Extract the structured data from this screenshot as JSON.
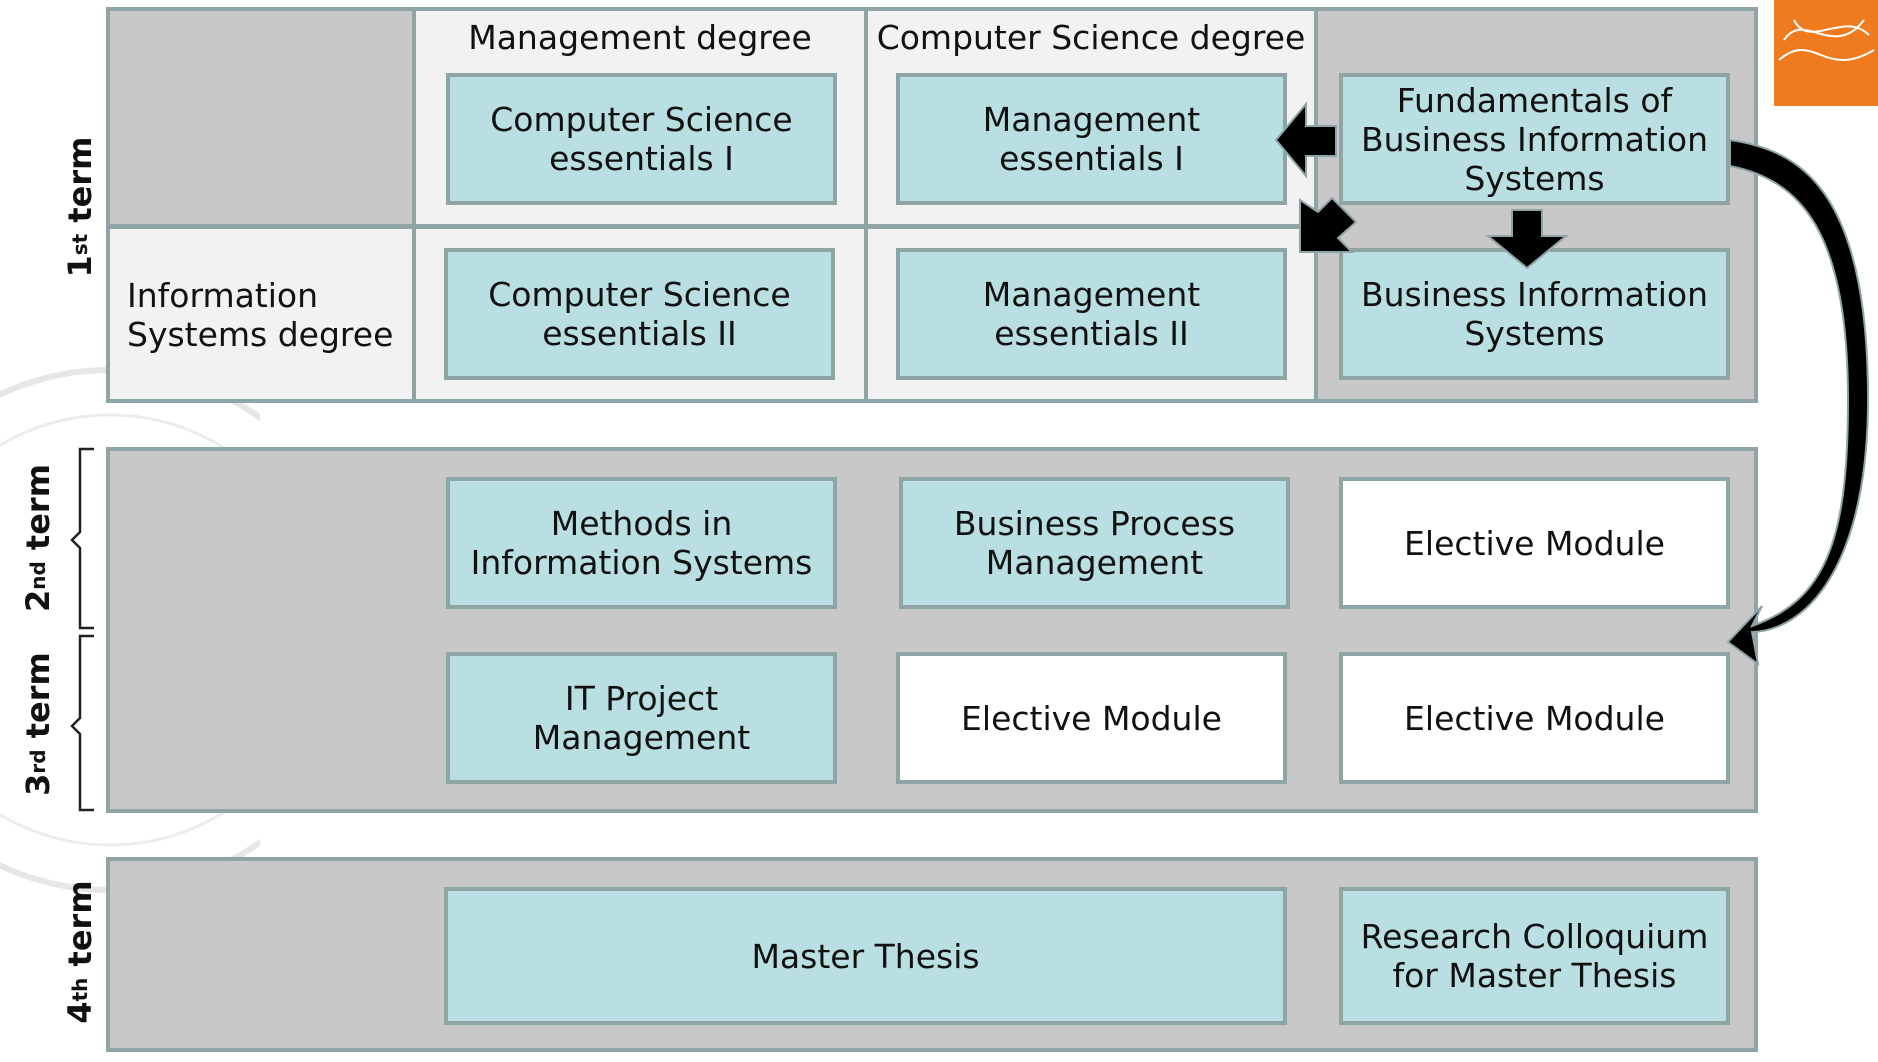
{
  "columns": {
    "management_degree": "Management degree",
    "cs_degree": "Computer Science degree"
  },
  "rows": {
    "is_degree": "Information\nSystems degree"
  },
  "terms": [
    {
      "num": "1",
      "sup": "st",
      "word": "term"
    },
    {
      "num": "2",
      "sup": "nd",
      "word": "term"
    },
    {
      "num": "3",
      "sup": "rd",
      "word": "term"
    },
    {
      "num": "4",
      "sup": "th",
      "word": "term"
    }
  ],
  "modules": {
    "cs_essentials_1": "Computer Science\nessentials I",
    "mgmt_essentials_1": "Management\nessentials I",
    "fundamentals_bis": "Fundamentals of\nBusiness Information\nSystems",
    "cs_essentials_2": "Computer Science\nessentials II",
    "mgmt_essentials_2": "Management\nessentials II",
    "bis": "Business Information\nSystems",
    "methods_is": "Methods in\nInformation Systems",
    "bpm": "Business Process\nManagement",
    "elective_1": "Elective Module",
    "it_project": "IT Project\nManagement",
    "elective_2": "Elective Module",
    "elective_3": "Elective Module",
    "master_thesis": "Master Thesis",
    "research_colloquium": "Research Colloquium\nfor Master Thesis"
  },
  "colors": {
    "module_fill": "#b9dfe2",
    "elective_fill": "#ffffff",
    "panel_fill": "#c8c8c8",
    "border": "#8fa4a5",
    "logo": "#f07a1e"
  }
}
